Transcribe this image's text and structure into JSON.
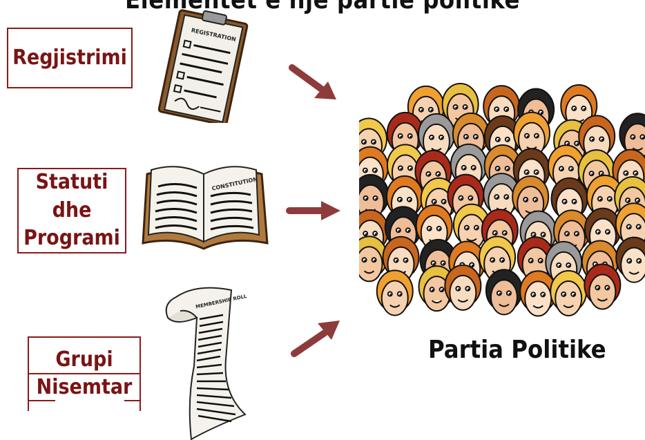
{
  "title": "Elementet e një partie politike",
  "inputs": [
    {
      "label_lines": [
        "Regjistrimi"
      ],
      "icon": "clipboard-registration-icon",
      "icon_text": "REGISTRATION"
    },
    {
      "label_lines": [
        "Statuti dhe",
        "Programi"
      ],
      "icon": "open-book-constitution-icon",
      "icon_text": "CONSTITUTION"
    },
    {
      "label_lines": [
        "Grupi",
        "Nisemtar"
      ],
      "icon": "scroll-membership-roll-icon",
      "icon_text": "MEMBERSHIP ROLL"
    }
  ],
  "result": {
    "label": "Partia Politike",
    "icon": "crowd-of-people-icon"
  },
  "colors": {
    "label_text": "#7a1414",
    "box_border": "#8b1a1a",
    "arrow": "#8e3b3b"
  }
}
